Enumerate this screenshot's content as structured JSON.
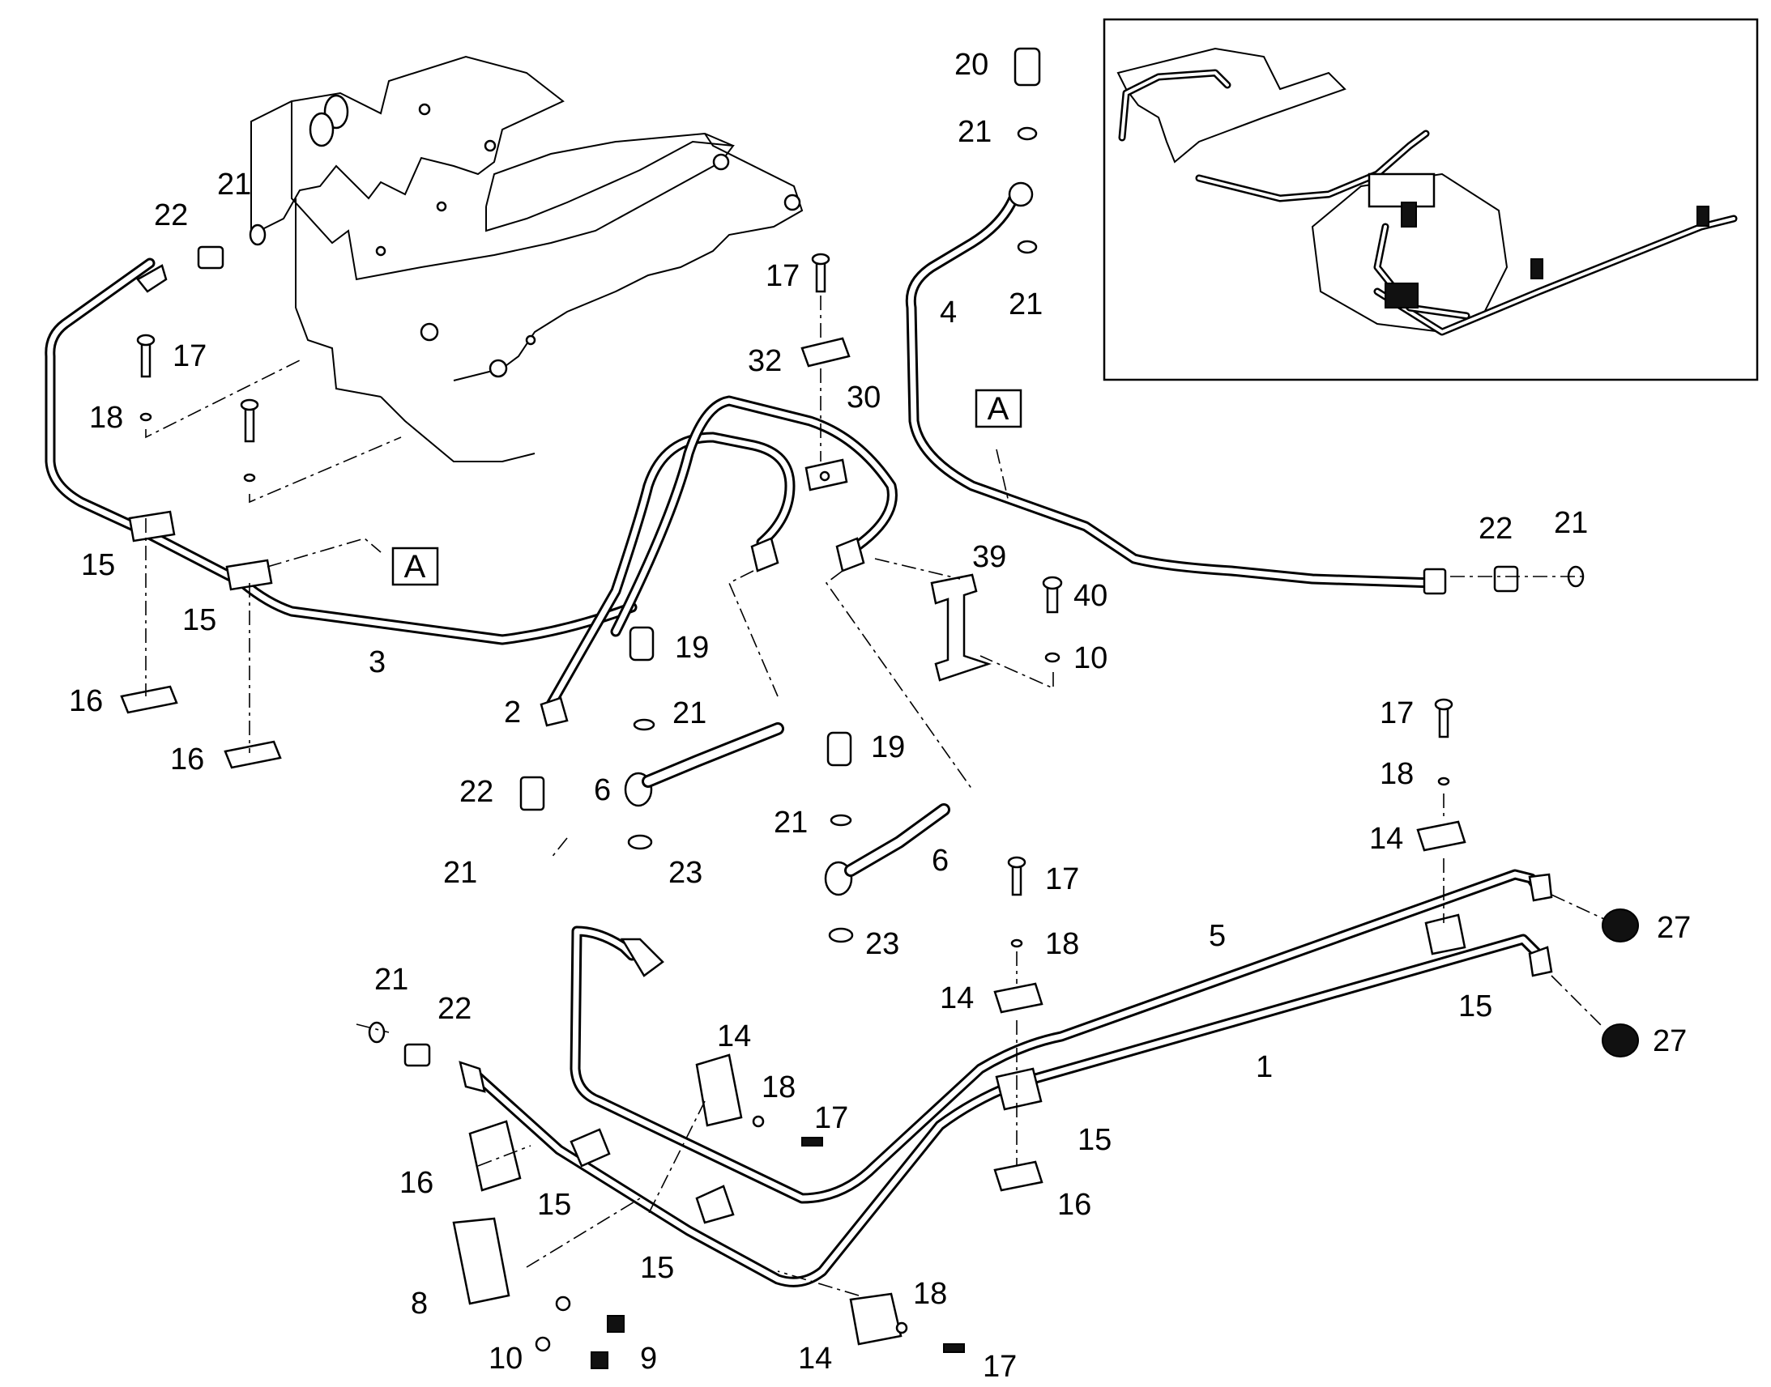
{
  "diagram": {
    "reference_marks": [
      "A",
      "A"
    ],
    "callouts": [
      {
        "id": "c21a",
        "text": "21"
      },
      {
        "id": "c22a",
        "text": "22"
      },
      {
        "id": "c17a",
        "text": "17"
      },
      {
        "id": "c18a",
        "text": "18"
      },
      {
        "id": "c15a",
        "text": "15"
      },
      {
        "id": "c15b",
        "text": "15"
      },
      {
        "id": "c16a",
        "text": "16"
      },
      {
        "id": "c16b",
        "text": "16"
      },
      {
        "id": "c3",
        "text": "3"
      },
      {
        "id": "c2",
        "text": "2"
      },
      {
        "id": "c22b",
        "text": "22"
      },
      {
        "id": "c21b",
        "text": "21"
      },
      {
        "id": "c19a",
        "text": "19"
      },
      {
        "id": "c21c",
        "text": "21"
      },
      {
        "id": "c6a",
        "text": "6"
      },
      {
        "id": "c23a",
        "text": "23"
      },
      {
        "id": "c19b",
        "text": "19"
      },
      {
        "id": "c21d",
        "text": "21"
      },
      {
        "id": "c6b",
        "text": "6"
      },
      {
        "id": "c23b",
        "text": "23"
      },
      {
        "id": "c17b",
        "text": "17"
      },
      {
        "id": "c32",
        "text": "32"
      },
      {
        "id": "c30",
        "text": "30"
      },
      {
        "id": "c39",
        "text": "39"
      },
      {
        "id": "c40",
        "text": "40"
      },
      {
        "id": "c10a",
        "text": "10"
      },
      {
        "id": "c20",
        "text": "20"
      },
      {
        "id": "c21e",
        "text": "21"
      },
      {
        "id": "c4",
        "text": "4"
      },
      {
        "id": "c21f",
        "text": "21"
      },
      {
        "id": "c22c",
        "text": "22"
      },
      {
        "id": "c21g",
        "text": "21"
      },
      {
        "id": "c17c",
        "text": "17"
      },
      {
        "id": "c18b",
        "text": "18"
      },
      {
        "id": "c14a",
        "text": "14"
      },
      {
        "id": "c27a",
        "text": "27"
      },
      {
        "id": "c27b",
        "text": "27"
      },
      {
        "id": "c5",
        "text": "5"
      },
      {
        "id": "c15c",
        "text": "15"
      },
      {
        "id": "c1",
        "text": "1"
      },
      {
        "id": "c17d",
        "text": "17"
      },
      {
        "id": "c18c",
        "text": "18"
      },
      {
        "id": "c14b",
        "text": "14"
      },
      {
        "id": "c15d",
        "text": "15"
      },
      {
        "id": "c16c",
        "text": "16"
      },
      {
        "id": "c21h",
        "text": "21"
      },
      {
        "id": "c22d",
        "text": "22"
      },
      {
        "id": "c14c",
        "text": "14"
      },
      {
        "id": "c18d",
        "text": "18"
      },
      {
        "id": "c17e",
        "text": "17"
      },
      {
        "id": "c16d",
        "text": "16"
      },
      {
        "id": "c15e",
        "text": "15"
      },
      {
        "id": "c15f",
        "text": "15"
      },
      {
        "id": "c8",
        "text": "8"
      },
      {
        "id": "c10b",
        "text": "10"
      },
      {
        "id": "c9",
        "text": "9"
      },
      {
        "id": "c14d",
        "text": "14"
      },
      {
        "id": "c18e",
        "text": "18"
      },
      {
        "id": "c17f",
        "text": "17"
      }
    ]
  }
}
